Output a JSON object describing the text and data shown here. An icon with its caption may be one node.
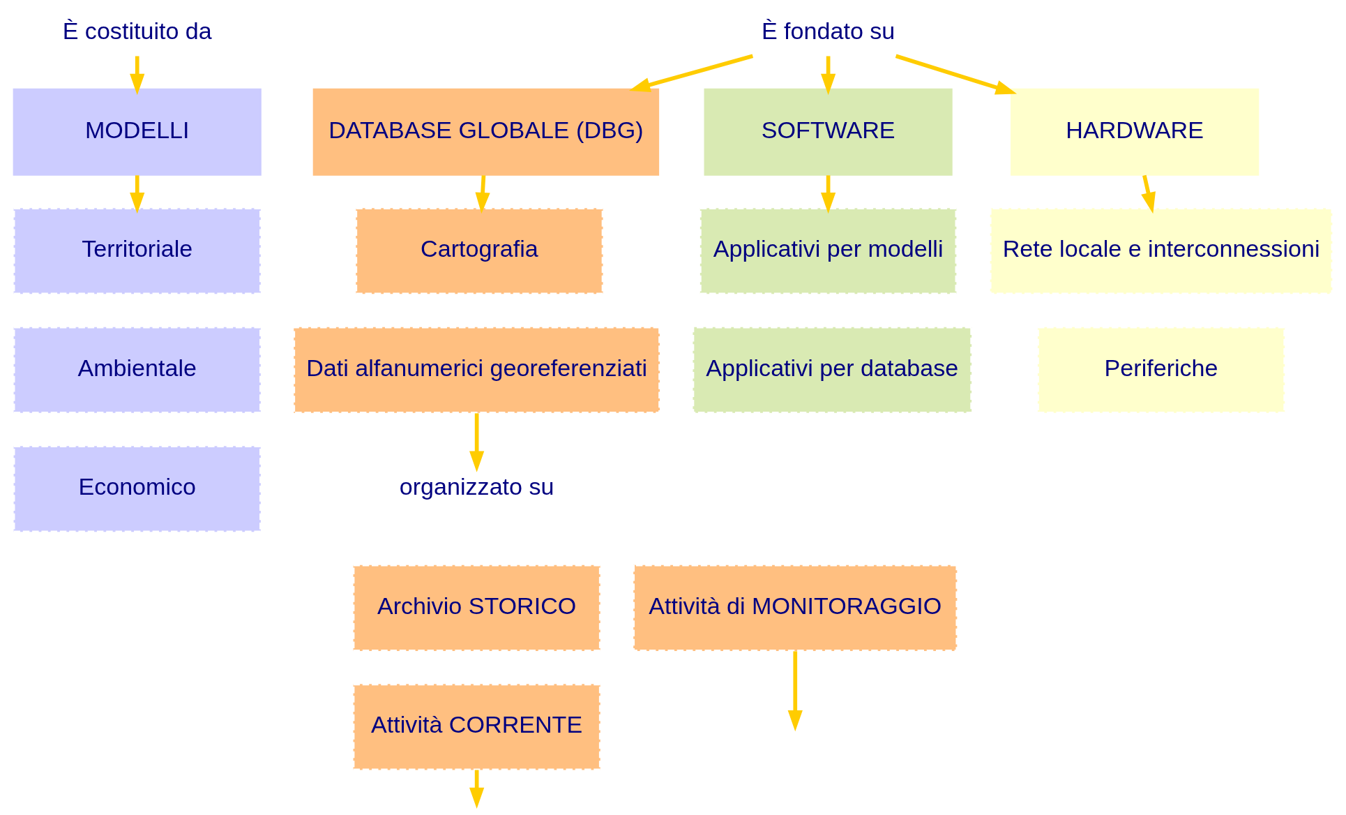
{
  "diagram": {
    "nodes": [
      {
        "text": [
          "È costituito da"
        ]
      },
      {
        "text": [
          "È fondato su"
        ]
      },
      {
        "text": [
          "MODELLI"
        ]
      },
      {
        "text": [
          "DATABASE GLOBALE (DBG)"
        ]
      },
      {
        "text": [
          "SOFTWARE"
        ]
      },
      {
        "text": [
          "HARDWARE"
        ]
      },
      {
        "text": [
          "Territoriale"
        ]
      },
      {
        "text": [
          "Ambientale"
        ]
      },
      {
        "text": [
          "Economico"
        ]
      },
      {
        "text": [
          "Cartografia"
        ]
      },
      {
        "text": [
          "Dati alfanumerici georeferenziati"
        ]
      },
      {
        "text": [
          "Applicativi per modelli"
        ]
      },
      {
        "text": [
          "Applicativi per database"
        ]
      },
      {
        "text": [
          "Rete locale e interconnessioni"
        ]
      },
      {
        "text": [
          "Periferiche"
        ]
      },
      {
        "text": [
          "organizzato su"
        ]
      },
      {
        "text": [
          "Archivio STORICO"
        ]
      },
      {
        "text": [
          "Attività CORRENTE"
        ]
      },
      {
        "text": [
          "Attività di MONITORAGGIO"
        ]
      }
    ],
    "edges": [
      {
        "from": 0,
        "to": 2,
        "arrow": "to"
      },
      {
        "from": 1,
        "to": 3,
        "arrow": "to"
      },
      {
        "from": 1,
        "to": 4,
        "arrow": "to"
      },
      {
        "from": 1,
        "to": 5,
        "arrow": "to"
      },
      {
        "from": 2,
        "to": 6,
        "arrow": "to"
      },
      {
        "from": 3,
        "to": 9,
        "arrow": "to"
      },
      {
        "from": 4,
        "to": 11,
        "arrow": "to"
      },
      {
        "from": 5,
        "to": 13,
        "arrow": "to"
      },
      {
        "from": 10,
        "to": 15,
        "arrow": "to"
      },
      {
        "from": 17,
        "to": null,
        "arrow": "to"
      },
      {
        "from": 18,
        "to": null,
        "arrow": "to"
      }
    ]
  }
}
